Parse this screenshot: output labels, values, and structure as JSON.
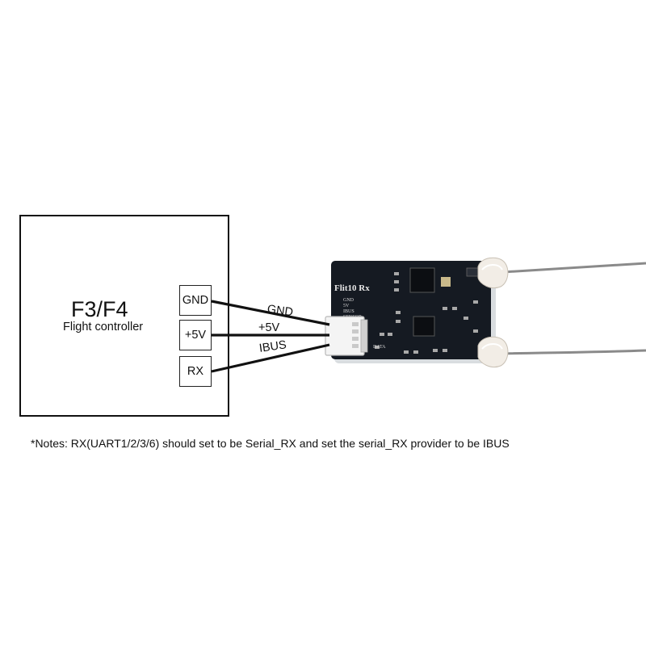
{
  "controller": {
    "title": "F3/F4",
    "subtitle": "Flight controller",
    "pins": [
      "GND",
      "+5V",
      "RX"
    ]
  },
  "wires": {
    "gnd_label": "GND",
    "v5_label": "+5V",
    "ibus_label": "IBUS"
  },
  "receiver": {
    "name": "Flit10 Rx",
    "pin_labels": [
      "GND",
      "5V",
      "IBUS",
      "SENSOR"
    ],
    "data_label": "DATA",
    "board_color": "#151a22"
  },
  "note": "*Notes: RX(UART1/2/3/6) should set to be Serial_RX and set the serial_RX provider to be IBUS"
}
